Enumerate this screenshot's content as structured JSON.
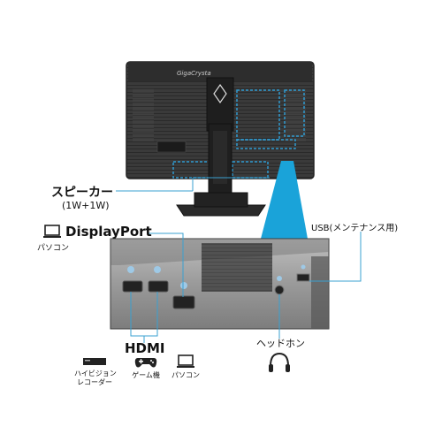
{
  "product": {
    "brand_logo_text": "GigaCrysta"
  },
  "labels": {
    "speaker": "スピーカー",
    "speaker_spec": "(1W+1W)",
    "displayport": "DisplayPort",
    "displayport_device": "パソコン",
    "usb": "USB(メンテナンス用)",
    "hdmi": "HDMI",
    "headphone": "ヘッドホン"
  },
  "hdmi_devices": [
    {
      "icon": "recorder-icon",
      "line1": "ハイビジョン",
      "line2": "レコーダー"
    },
    {
      "icon": "gamepad-icon",
      "line1": "ゲーム機",
      "line2": ""
    },
    {
      "icon": "laptop-icon",
      "line1": "パソコン",
      "line2": ""
    }
  ],
  "colors": {
    "accent": "#1aa3d9",
    "callout_line": "#3aa0d0",
    "monitor_body": "#2b2b2b",
    "text": "#111111"
  }
}
